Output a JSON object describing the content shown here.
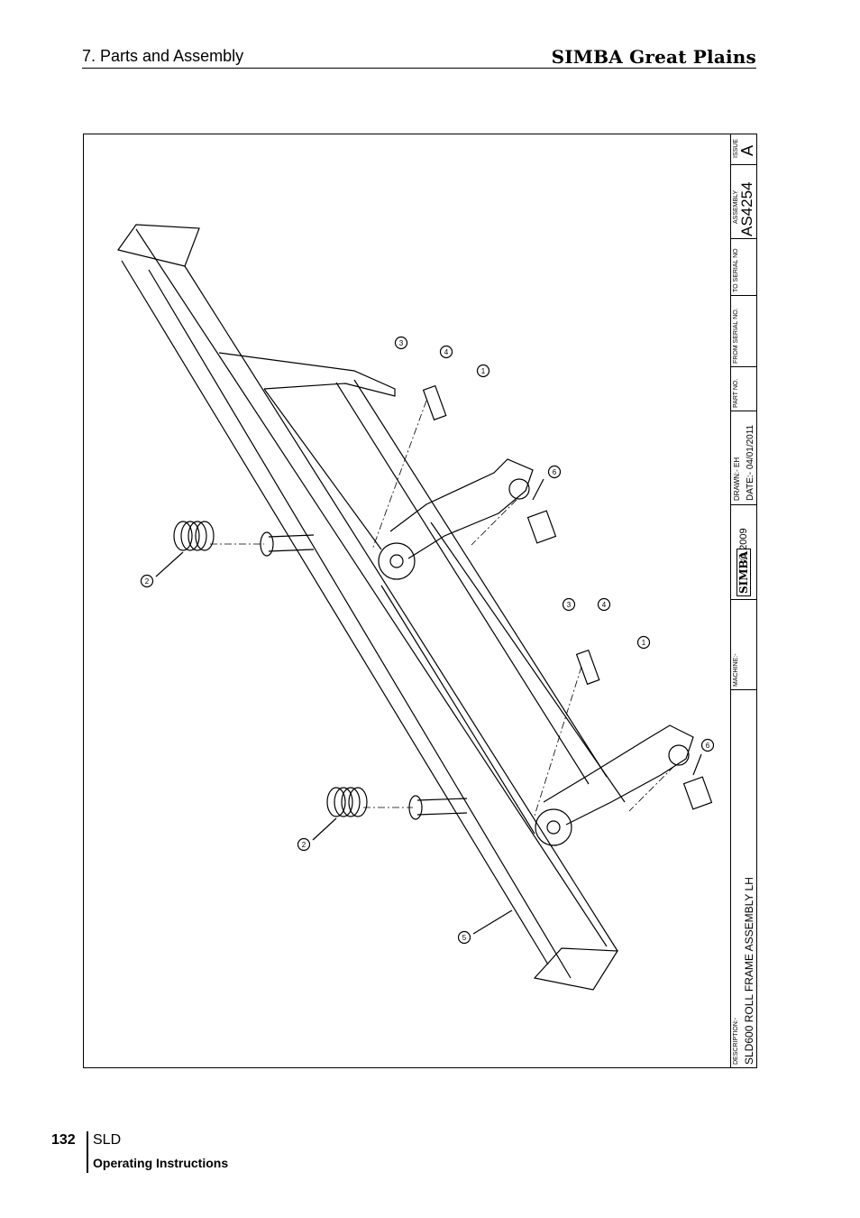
{
  "header": {
    "section": "7. Parts and Assembly",
    "brand": "SIMBA Great Plains"
  },
  "titleblock": {
    "issue_label": "ISSUE",
    "issue": "A",
    "assembly_label": "ASSEMBLY",
    "assembly": "AS4254",
    "to_serial_label": "TO SERIAL NO",
    "from_serial_label": "FROM SERIAL NO.",
    "part_no_label": "PART NO.",
    "drawn": "DRAWN:- EH",
    "date": "DATE:- 04/01/2011",
    "copyright": "© 2009",
    "logo": "SIMBA",
    "machine_label": "MACHINE:-",
    "description_label": "DESCRIPTION:-",
    "description": "SLD600 ROLL FRAME ASSEMBLY LH"
  },
  "callouts": {
    "c1a": "1",
    "c1b": "1",
    "c2a": "2",
    "c2b": "2",
    "c3a": "3",
    "c3b": "3",
    "c4a": "4",
    "c4b": "4",
    "c5": "5",
    "c6a": "6",
    "c6b": "6"
  },
  "footer": {
    "page_number": "132",
    "title": "SLD",
    "subtitle": "Operating Instructions"
  }
}
